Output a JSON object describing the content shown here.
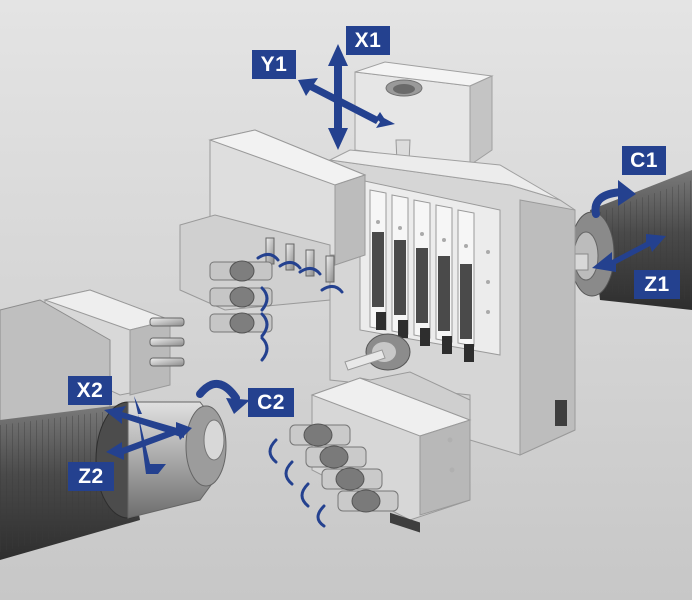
{
  "axes": {
    "x1": "X1",
    "y1": "Y1",
    "c1": "C1",
    "z1": "Z1",
    "x2": "X2",
    "z2": "Z2",
    "c2": "C2"
  },
  "colors": {
    "background": "#d4d4d4",
    "arrow": "#24418f",
    "label_bg": "#24418f",
    "label_text": "#ffffff",
    "metal_light": "#efefef",
    "metal_mid": "#d8d8d8",
    "metal_dark": "#b2b2b2",
    "spindle": "#5a5a5a"
  }
}
